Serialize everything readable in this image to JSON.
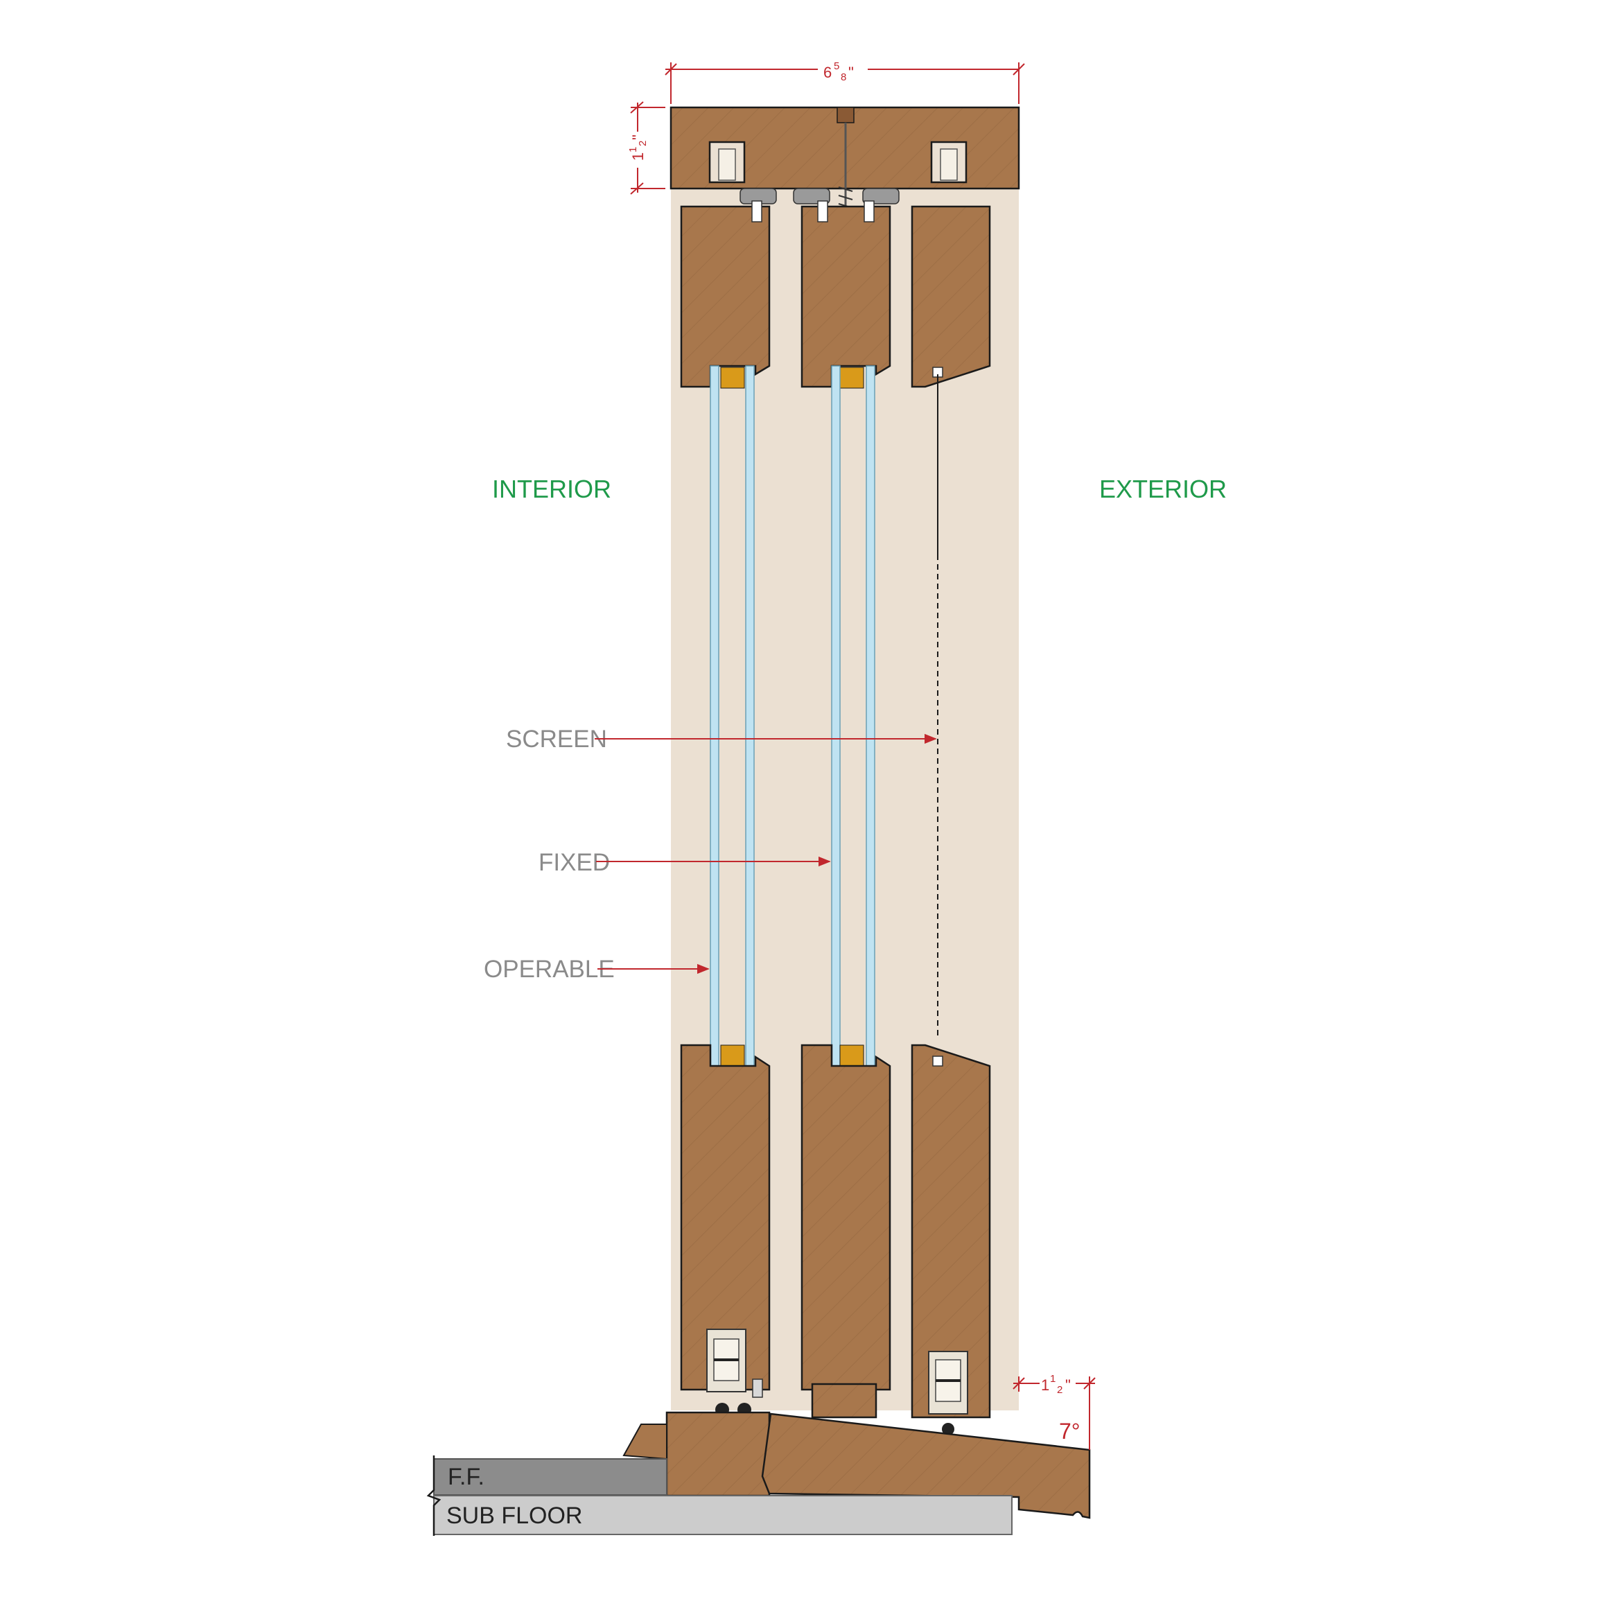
{
  "labels": {
    "interior": "INTERIOR",
    "exterior": "EXTERIOR",
    "screen": "SCREEN",
    "fixed": "FIXED",
    "operable": "OPERABLE",
    "finished_floor": "F.F.",
    "sub_floor": "SUB FLOOR"
  },
  "dimensions": {
    "overall_width_whole": "6",
    "overall_width_num": "5",
    "overall_width_den": "8",
    "head_height_whole": "1",
    "head_height_num": "1",
    "head_height_den": "2",
    "sill_offset_whole": "1",
    "sill_offset_num": "1",
    "sill_offset_den": "2",
    "sill_slope": "7°"
  },
  "colors": {
    "wood": "#a8774c",
    "frame_background": "#ebe0d2",
    "glass": "#bfe3f2",
    "spacer": "#d99a1a",
    "dimension_red": "#c1272d",
    "label_green": "#1f9a4a",
    "label_grey": "#8a8a8a",
    "finished_floor": "#8c8c8c",
    "sub_floor": "#cccccc"
  }
}
